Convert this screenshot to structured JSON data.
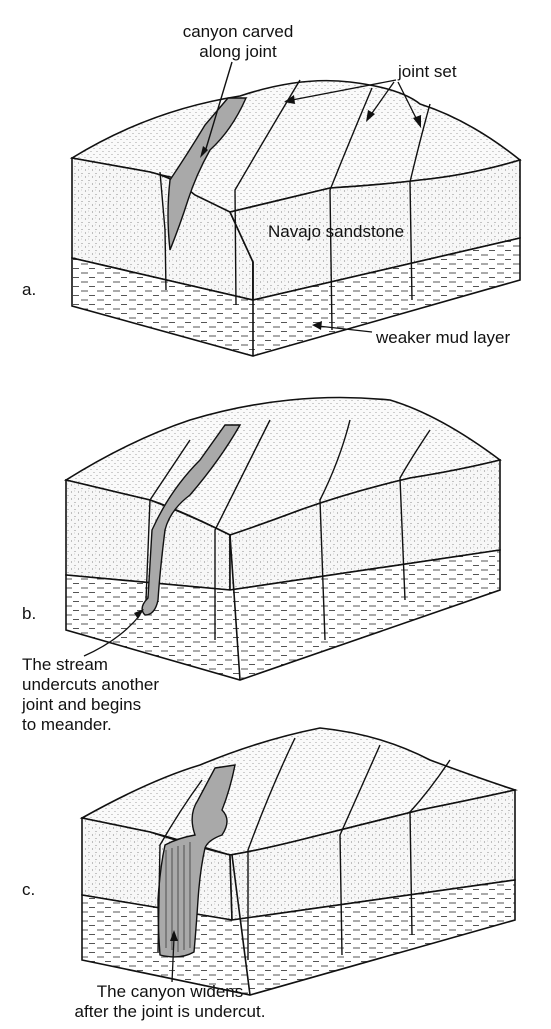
{
  "figure": {
    "header_text": "",
    "panels": [
      {
        "letter": "a.",
        "labels": {
          "canyon_line1": "canyon carved",
          "canyon_line2": "along joint",
          "joint_set": "joint set",
          "rock_unit": "Navajo sandstone",
          "mud_layer": "weaker mud layer"
        }
      },
      {
        "letter": "b.",
        "caption_lines": [
          "The stream",
          "undercuts another",
          "joint and begins",
          "to meander."
        ]
      },
      {
        "letter": "c.",
        "caption_lines": [
          "The canyon widens",
          "after the joint is undercut."
        ]
      }
    ]
  },
  "colors": {
    "line": "#111111",
    "canyon_fill": "#a9a9a9",
    "sandstone_fill": "#f4f4f4",
    "stipple": "#6a6a6a",
    "mud_line": "#555555"
  }
}
